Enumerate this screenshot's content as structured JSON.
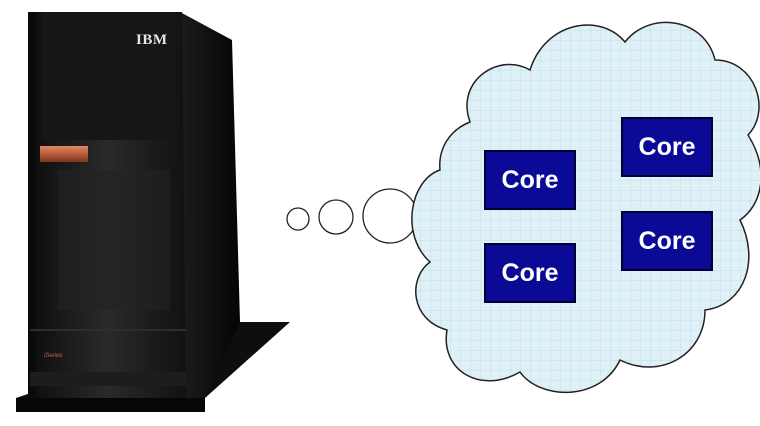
{
  "server": {
    "brand": "IBM",
    "badge": "iSeries",
    "accent_color": "#b85a3c",
    "body_color": "#141414"
  },
  "thought_bubble": {
    "small_circles": 3,
    "fill": "#dff1f7",
    "grid_color": "#b3dce9",
    "outline": "#222222"
  },
  "cores": [
    {
      "label": "Core"
    },
    {
      "label": "Core"
    },
    {
      "label": "Core"
    },
    {
      "label": "Core"
    }
  ],
  "core_style": {
    "fill": "#0a0a96",
    "text_color": "#ffffff"
  }
}
